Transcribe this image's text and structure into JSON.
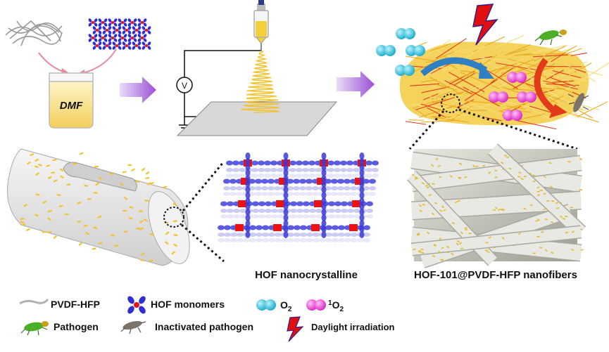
{
  "beaker": {
    "label": "DMF"
  },
  "panels": {
    "hof_crystal_caption": "HOF nanocrystalline",
    "nanofiber_caption": "HOF-101@PVDF-HFP nanofibers"
  },
  "legend": {
    "pvdf_hfp": "PVDF-HFP",
    "hof_monomers": "HOF monomers",
    "o2_base": "O",
    "o2_sub": "2",
    "singlet_sup": "1",
    "singlet_base": "O",
    "singlet_sub": "2",
    "pathogen": "Pathogen",
    "inactivated_pathogen": "Inactivated pathogen",
    "daylight": "Daylight irradiation"
  },
  "colors": {
    "fiber_yellow": "#f2c230",
    "fiber_red": "#e23a1a",
    "arrow_purple": "#9b4fd6",
    "oxygen_cyan": "#36c9e0",
    "singlet_magenta": "#ee45d8",
    "hof_blue": "#2f2fd0",
    "hof_red": "#ee1111",
    "lightning_red": "#e01010",
    "pathogen_green": "#4caf28"
  },
  "icons": {
    "voltmeter": "V",
    "arrow_blue": "curved-arrow-blue",
    "arrow_red": "curved-arrow-red"
  }
}
